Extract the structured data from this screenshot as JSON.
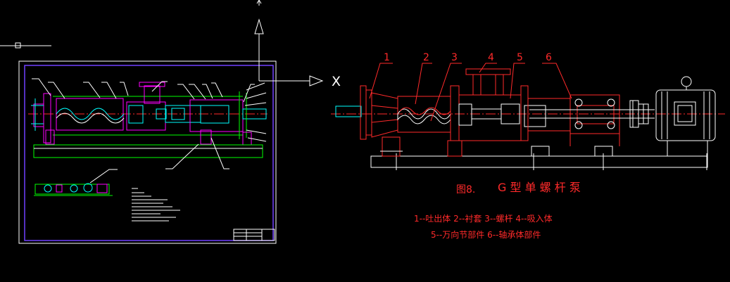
{
  "ucs": {
    "x_label": "X"
  },
  "callouts": [
    "1",
    "2",
    "3",
    "4",
    "5",
    "6"
  ],
  "caption": {
    "figure": "图8.",
    "title": "G 型 单 螺 杆 泵"
  },
  "legend": {
    "line1": "1--吐出体 2--衬套 3--螺杆 4--吸入体",
    "line2": "5--万向节部件 6--轴承体部件"
  },
  "colors": {
    "background": "#000000",
    "annotation_red": "#ff2a2a",
    "magenta": "#ff00ff",
    "green": "#00ff00",
    "cyan": "#00ffff",
    "white": "#ffffff",
    "frame": "#7040ff"
  }
}
